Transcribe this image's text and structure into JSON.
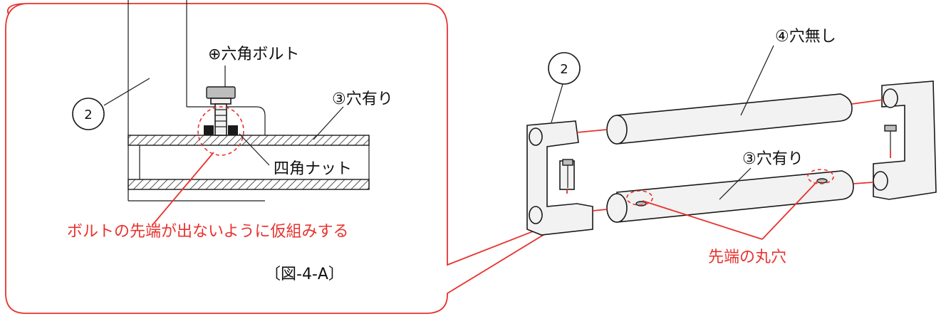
{
  "detail_view": {
    "part_number": "2",
    "bolt_label": "⊕六角ボルト",
    "tube_label": "③穴有り",
    "nut_label": "四角ナット",
    "instruction": "ボルトの先端が出ないように仮組みする",
    "figure_caption": "〔図-4-A〕"
  },
  "assembly_view": {
    "part_number": "2",
    "upper_tube_label": "④穴無し",
    "lower_tube_label": "③穴有り",
    "hole_label": "先端の丸穴"
  },
  "colors": {
    "callout_red": "#e8322e",
    "line_black": "#1a1a1a",
    "hatch_gray": "#555555"
  }
}
